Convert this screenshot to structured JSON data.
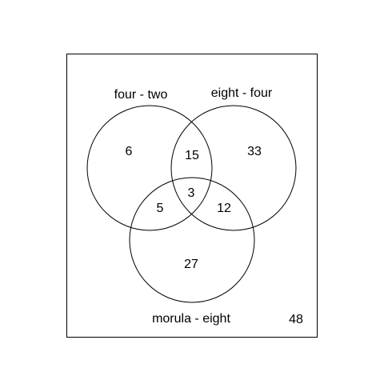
{
  "chart_data": {
    "type": "venn",
    "sets": [
      {
        "name": "four - two"
      },
      {
        "name": "eight - four"
      },
      {
        "name": "morula - eight"
      }
    ],
    "regions": {
      "four_two_only": "6",
      "eight_four_only": "33",
      "morula_eight_only": "27",
      "four_two_and_eight_four_only": "15",
      "four_two_and_morula_eight_only": "5",
      "eight_four_and_morula_eight_only": "12",
      "all_three": "3",
      "outside": "48"
    }
  }
}
